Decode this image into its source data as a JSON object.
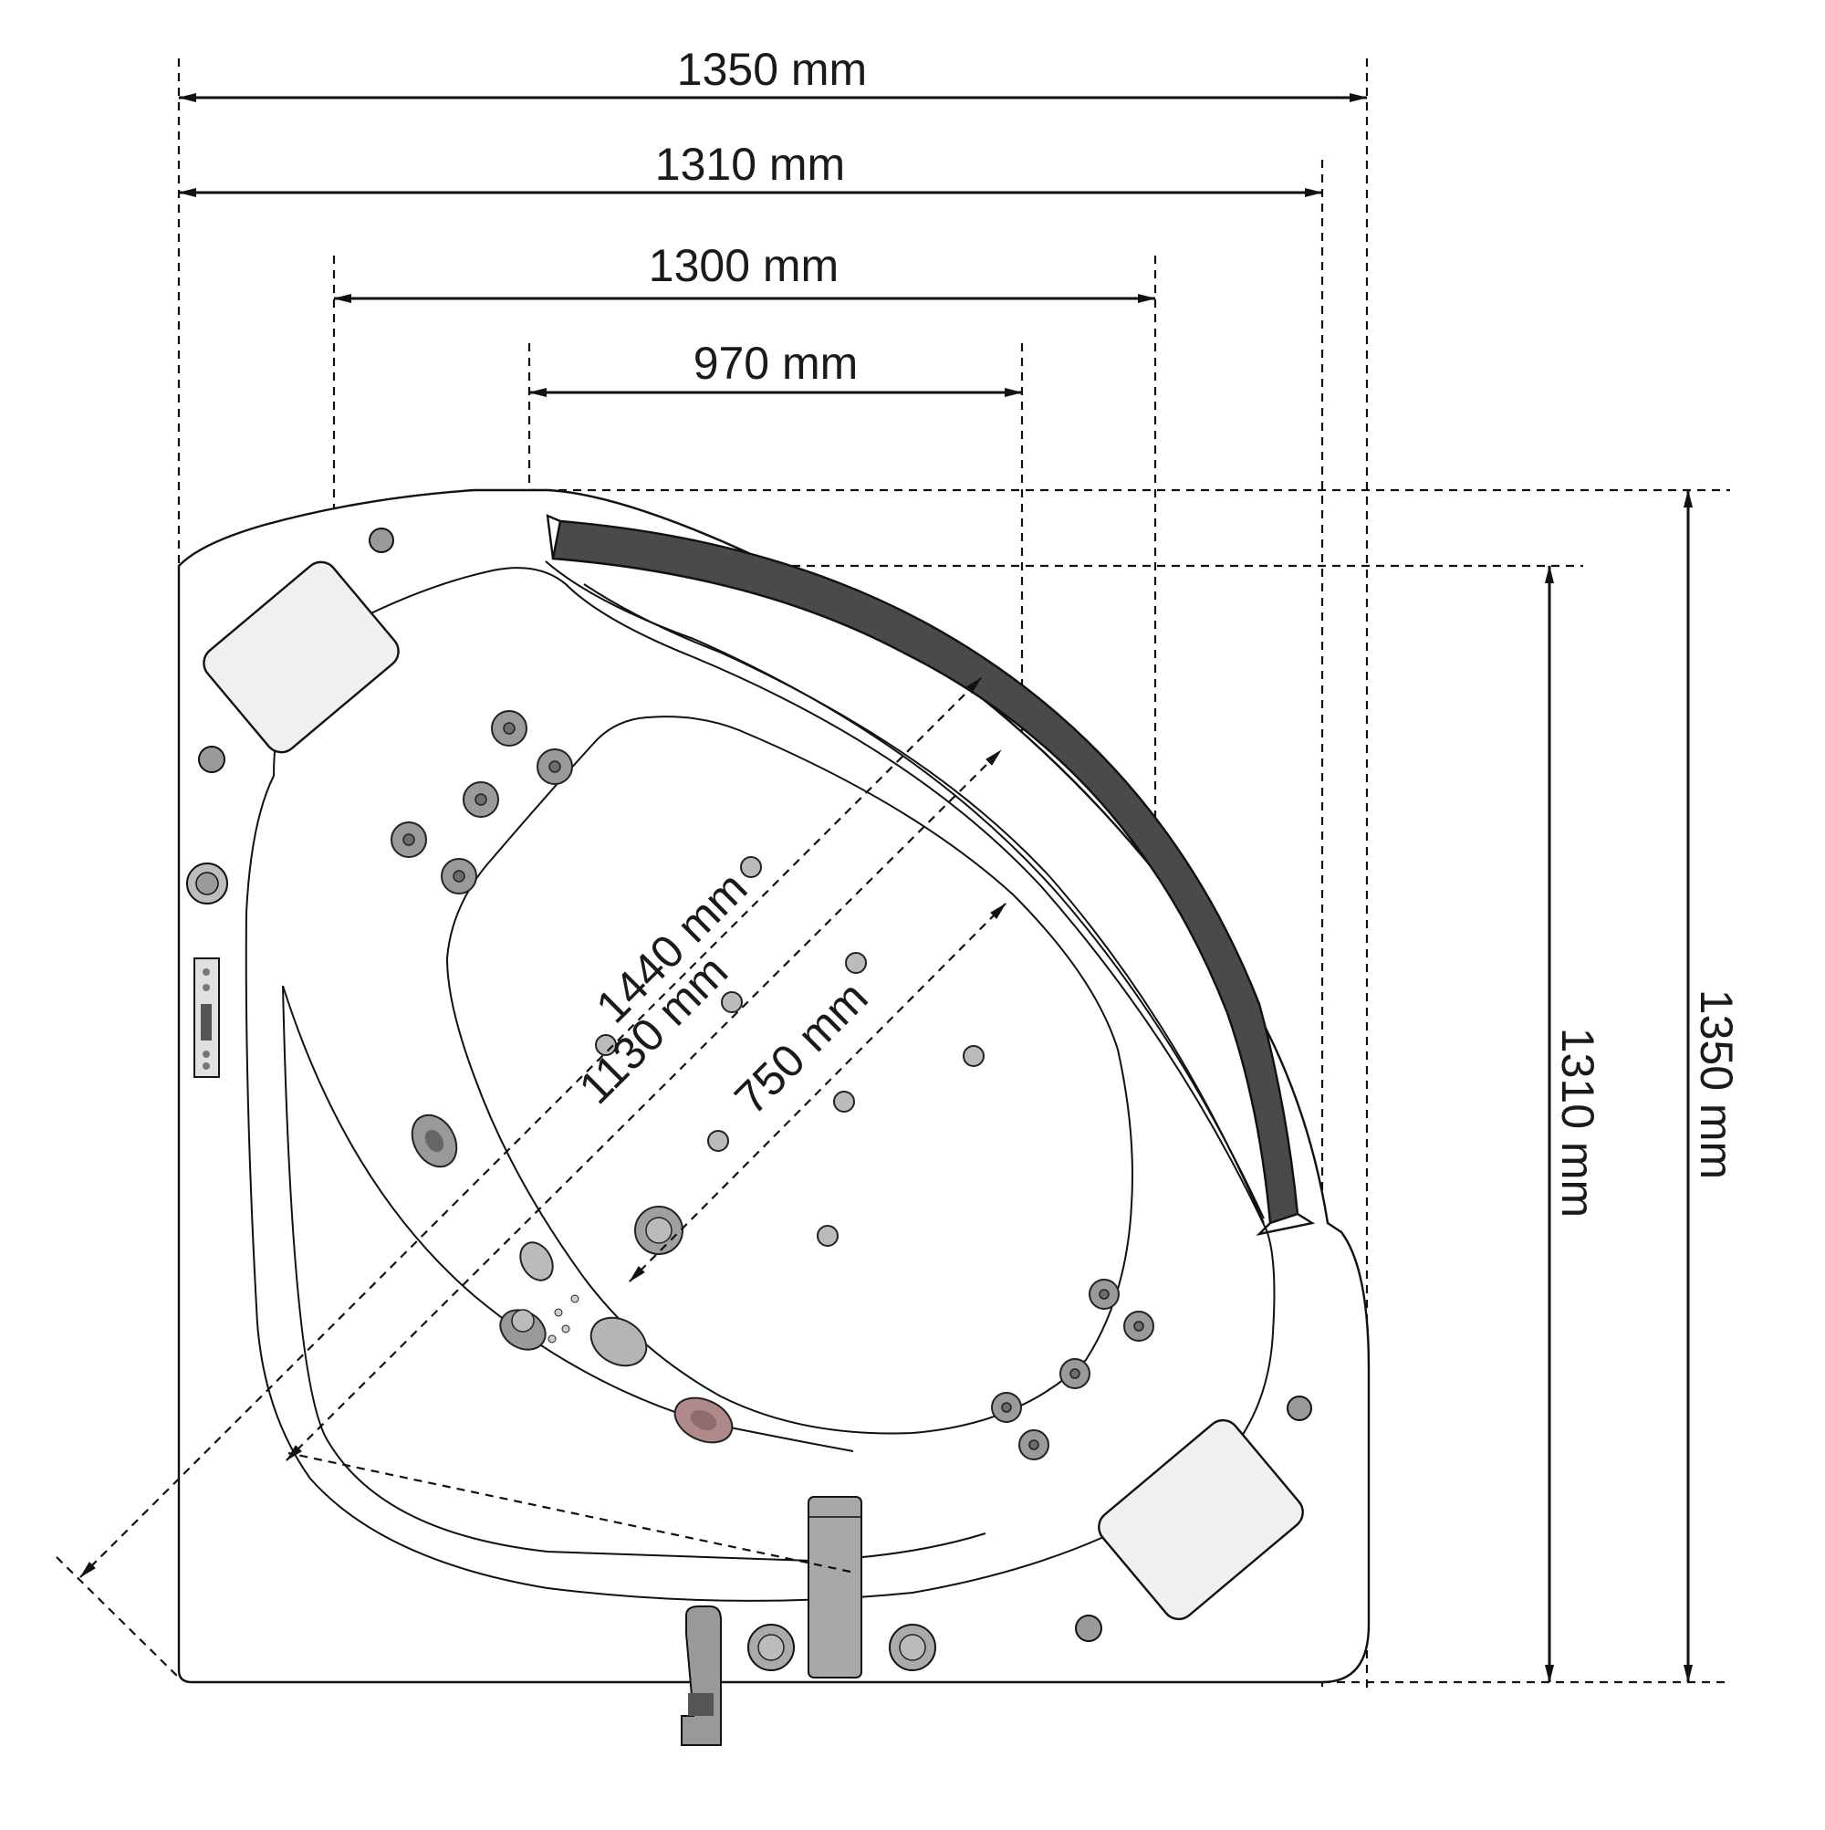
{
  "diagram": {
    "dimensions": {
      "top_1350": "1350 mm",
      "top_1310": "1310 mm",
      "top_1300": "1300 mm",
      "top_970": "970 mm",
      "diag_1440": "1440 mm",
      "diag_1130": "1130 mm",
      "diag_750": "750 mm",
      "right_1310": "1310 mm",
      "right_1350": "1350 mm"
    },
    "icons": {
      "headrest": "headrest-pillow-icon",
      "jet": "hydromassage-jet-icon",
      "faucet": "faucet-spout-icon",
      "control": "control-panel-icon",
      "handle": "grab-handle-icon"
    },
    "colors": {
      "line": "#111111",
      "handrail": "#4a4a4a",
      "jet": "#9a9a9a",
      "pillow": "#f0f0f0",
      "drain": "#b08a8a",
      "spout": "#a8a8a8"
    }
  }
}
